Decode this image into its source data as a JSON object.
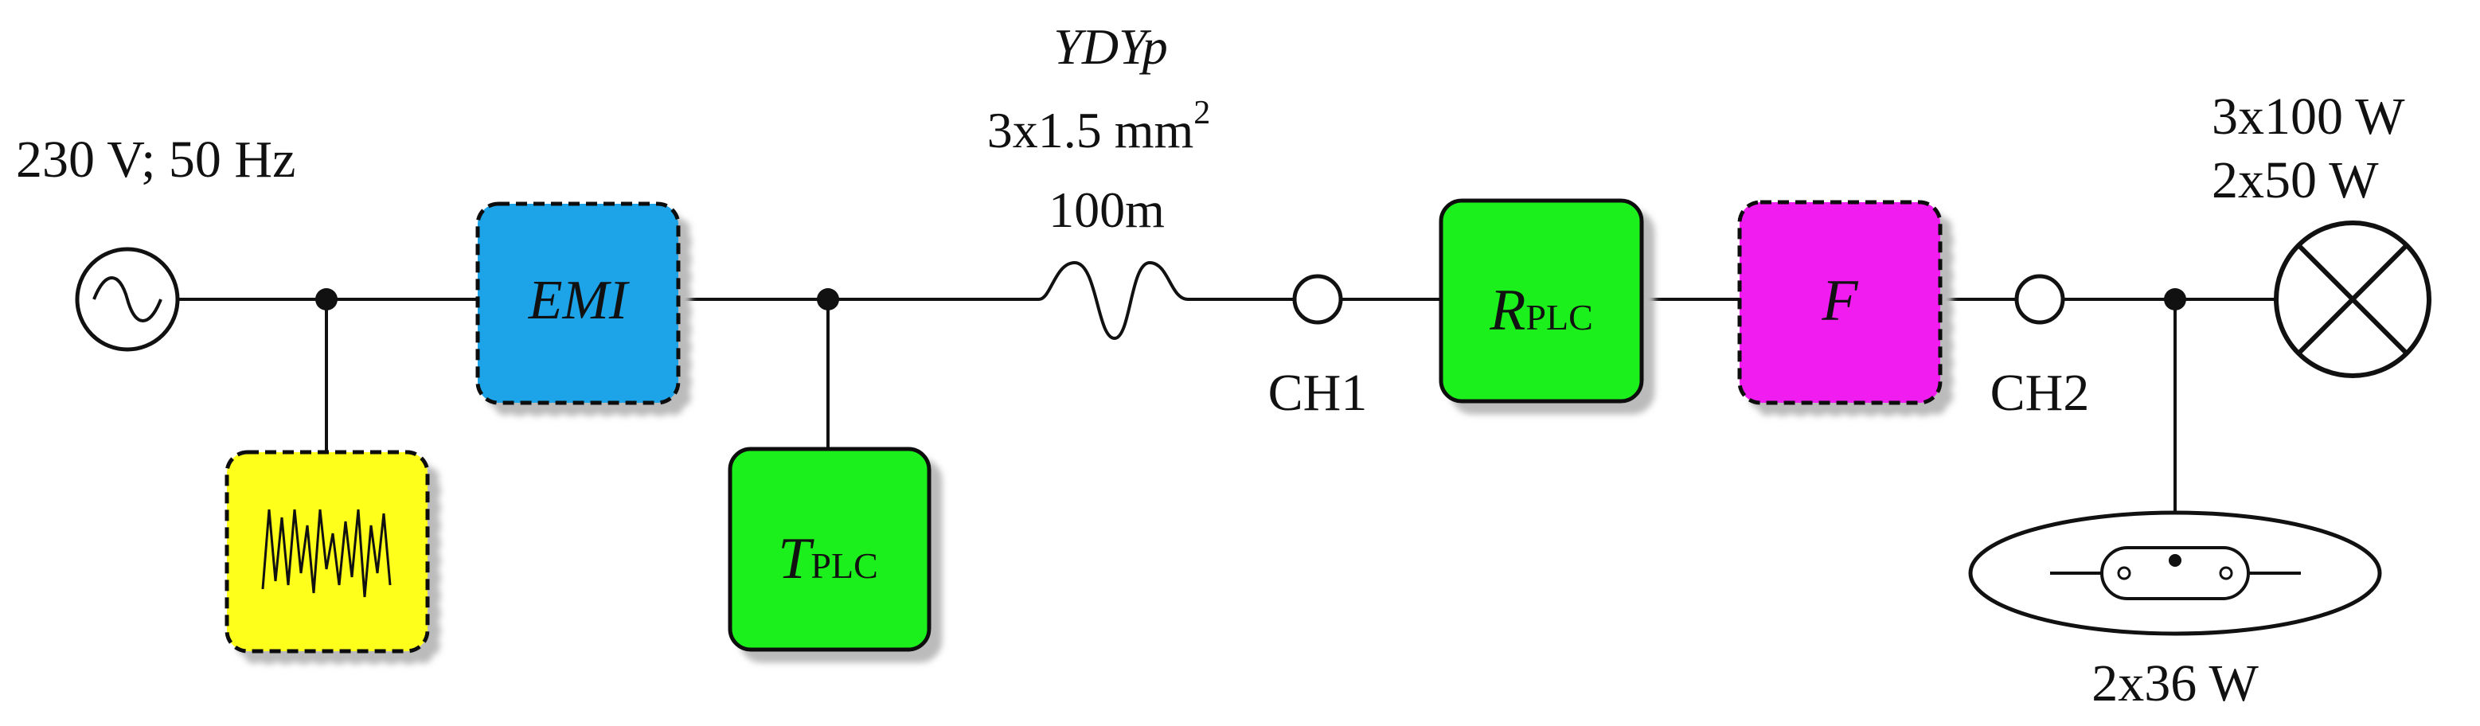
{
  "source": {
    "label": "230 V; 50 Hz"
  },
  "cable": {
    "type": "YDYp",
    "cross_section": "3x1.5 mm",
    "cross_section_exp": "2",
    "length": "100m"
  },
  "blocks": {
    "emi": {
      "label": "EMI",
      "color": "#1aa3e8"
    },
    "transmitter": {
      "main": "T",
      "sub": "PLC",
      "color": "#1ef01e"
    },
    "receiver": {
      "main": "R",
      "sub": "PLC",
      "color": "#1ef01e"
    },
    "filter": {
      "label": "F",
      "color": "#f01ef0"
    },
    "noise": {
      "color": "#ffff1e"
    }
  },
  "channels": {
    "ch1": "CH1",
    "ch2": "CH2"
  },
  "loads": {
    "lamp_line1": "3x100 W",
    "lamp_line2": "2x50 W",
    "fluorescent": "2x36 W"
  }
}
